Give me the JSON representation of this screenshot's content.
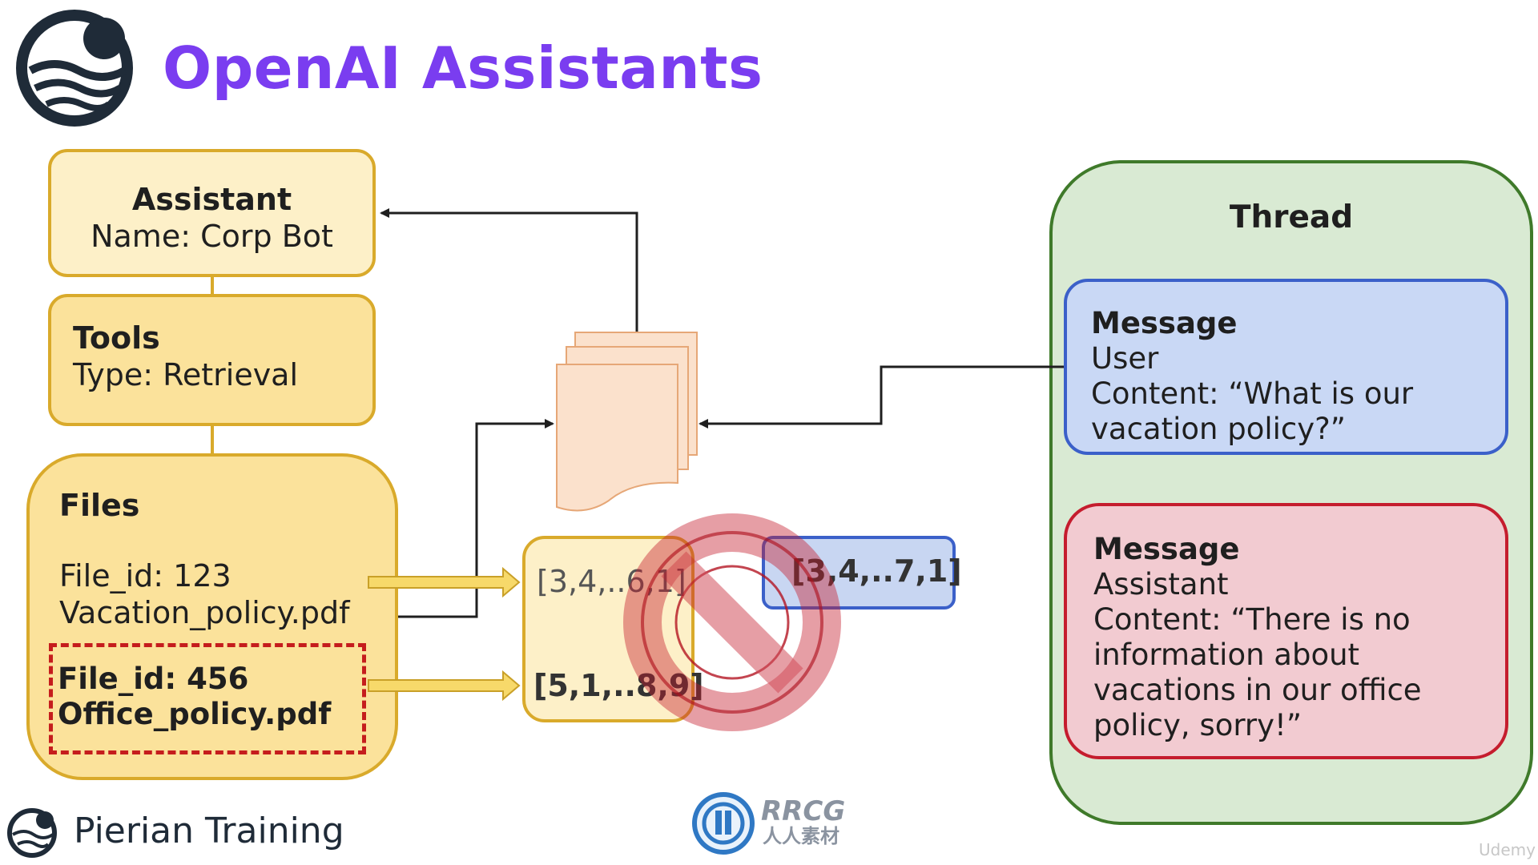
{
  "header": {
    "title": "OpenAI Assistants"
  },
  "assistant": {
    "heading": "Assistant",
    "name": "Name: Corp Bot"
  },
  "tools": {
    "heading": "Tools",
    "type": "Type: Retrieval"
  },
  "files": {
    "heading": "Files",
    "file1_id": "File_id: 123",
    "file1_name": "Vacation_policy.pdf",
    "file2_id": "File_id: 456",
    "file2_name": "Office_policy.pdf"
  },
  "vectors": {
    "file1_vector": "[3,4,..6,1]",
    "file2_vector": "[5,1,..8,9]",
    "query_vector": "[3,4,..7,1]"
  },
  "thread": {
    "title": "Thread",
    "user_message": {
      "heading": "Message",
      "role": "User",
      "content_line1": "Content: “What is our",
      "content_line2": "vacation policy?”"
    },
    "assistant_message": {
      "heading": "Message",
      "role": "Assistant",
      "content_line1": "Content: “There is no",
      "content_line2": "information about",
      "content_line3": "vacations in our office",
      "content_line4": "policy, sorry!”"
    }
  },
  "footer": {
    "brand": "Pierian Training",
    "watermark": "RRCG",
    "watermark_sub": "人人素材",
    "corner_mark": "Udemy"
  },
  "colors": {
    "title_purple": "#7a3df0",
    "assistant_fill": "#fdf0c8",
    "tools_fill": "#fbe29b",
    "gold_border": "#d9aa2b",
    "thread_fill": "#d9ead3",
    "thread_border": "#3f7a2a",
    "user_msg_fill": "#c9d8f5",
    "user_msg_border": "#3b60c9",
    "assistant_msg_fill": "#f2cbd1",
    "assistant_msg_border": "#c51d2e",
    "prohibited_red": "#c51d2e",
    "document_fill": "#fbe1cc",
    "document_border": "#e6a777"
  }
}
